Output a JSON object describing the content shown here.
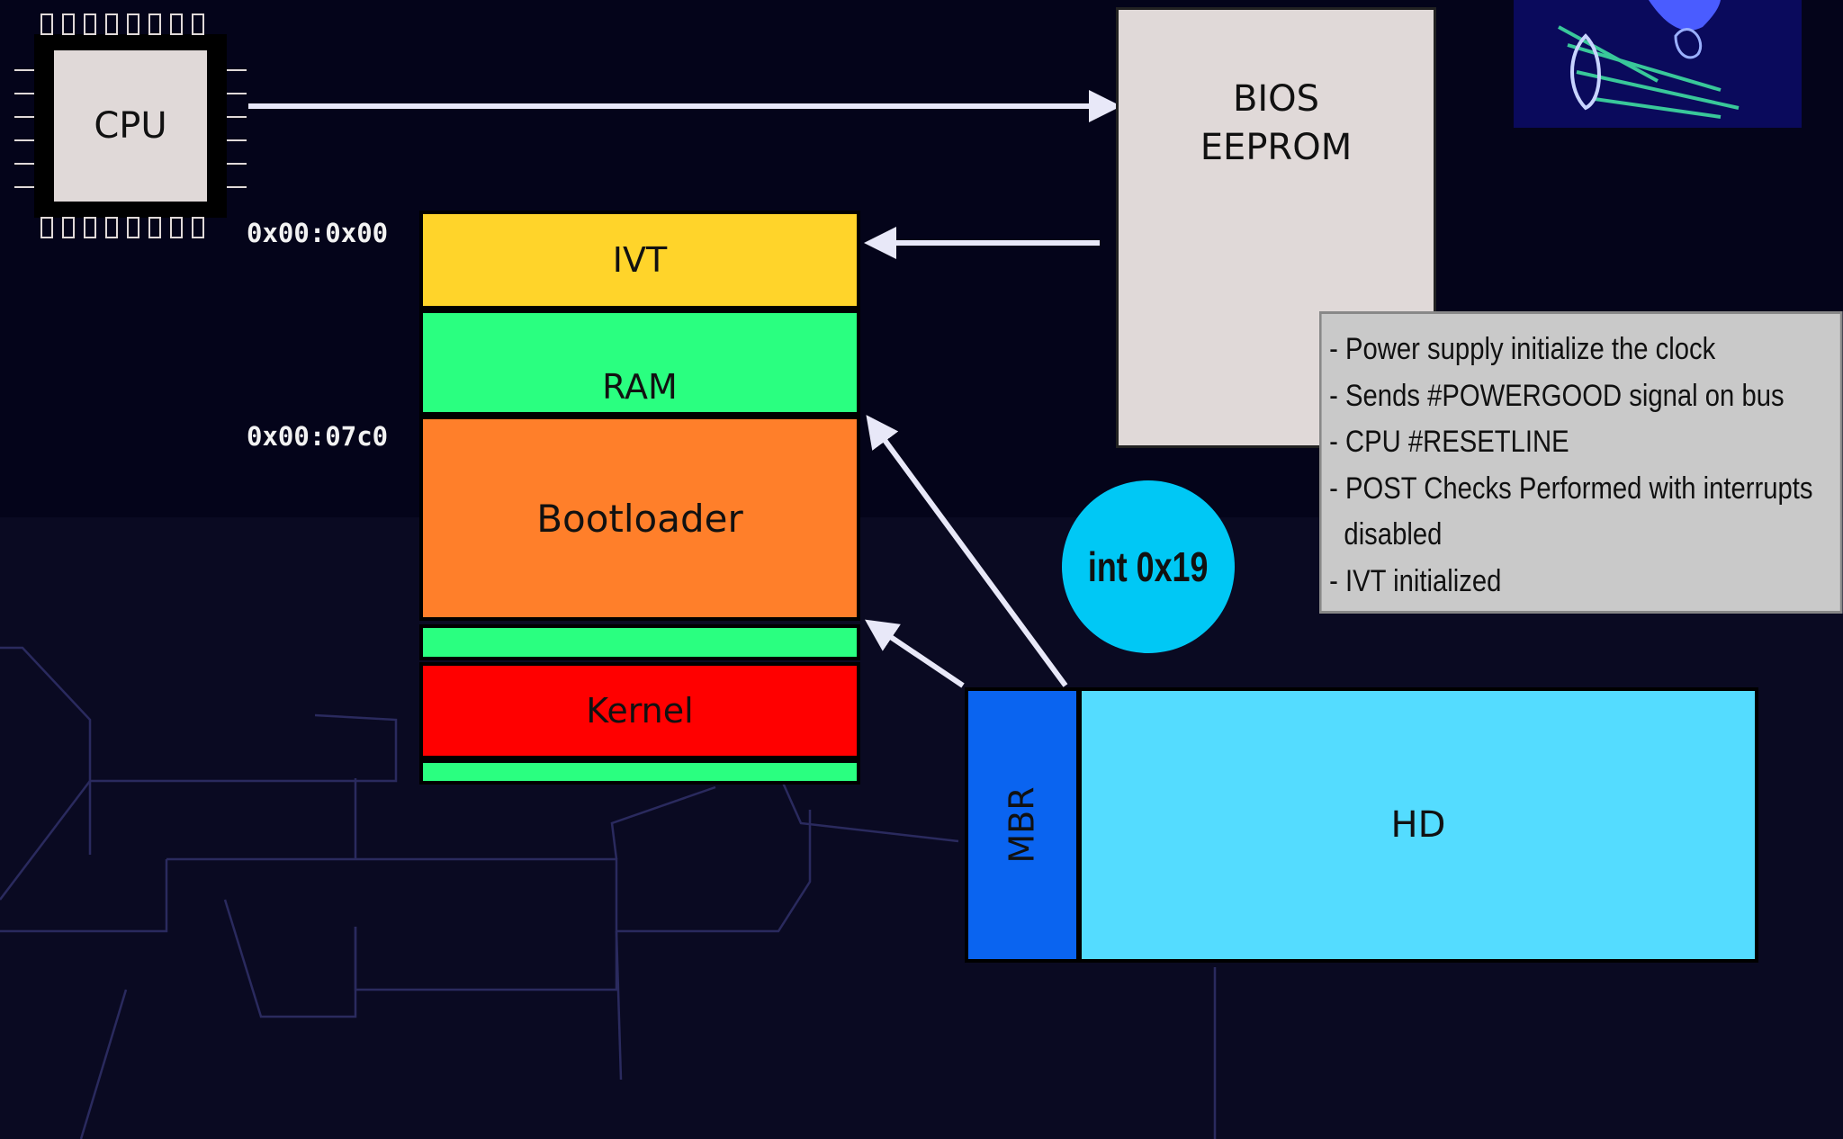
{
  "cpu": {
    "label": "CPU"
  },
  "bios": {
    "line1": "BIOS",
    "line2": "EEPROM"
  },
  "memory": {
    "addr_ivt": "0x00:0x00",
    "addr_bootloader": "0x00:07c0",
    "ivt": "IVT",
    "ram": "RAM",
    "bootloader": "Bootloader",
    "kernel": "Kernel"
  },
  "interrupt": {
    "label": "int 0x19"
  },
  "disk": {
    "mbr": "MBR",
    "hd": "HD"
  },
  "notes": [
    "- Power supply initialize the clock",
    "- Sends #POWERGOOD signal on bus",
    "- CPU #RESETLINE",
    "- POST Checks Performed with interrupts",
    "  disabled",
    "- IVT initialized"
  ],
  "colors": {
    "ivt": "#ffd42a",
    "ram": "#2aff80",
    "bootloader": "#ff7f2a",
    "kernel": "#ff0000",
    "mbr": "#0a64f0",
    "hd": "#54dcff",
    "interrupt": "#00c8f5",
    "bios": "#e0d9d8",
    "background": "#06061a"
  }
}
